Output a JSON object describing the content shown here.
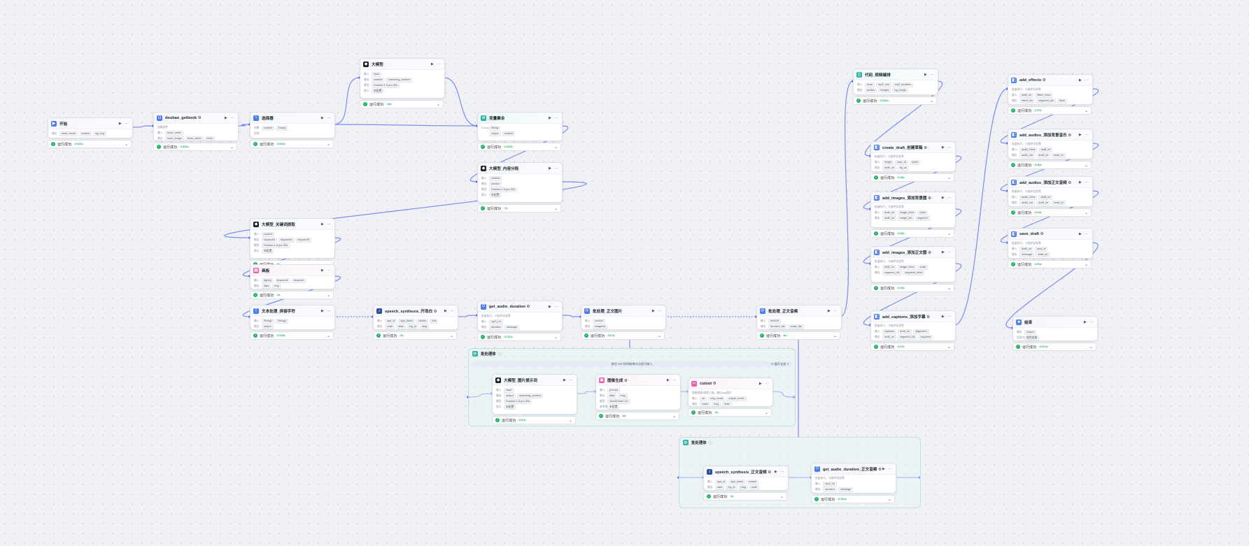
{
  "labels": {
    "in": "输入",
    "out": "输出",
    "model": "模型",
    "prompt": "提示",
    "vars": "Prompt",
    "cond": "条件",
    "else": "否则"
  },
  "status": {
    "run_ok": "运行成功",
    "check": "✓",
    "chev": "⌄",
    "controls": "▶ ⋯"
  },
  "nodes": [
    {
      "id": "start",
      "title": "开始",
      "icon": "▶",
      "icon_color": "blue",
      "rows": [
        {
          "k": "输出",
          "v": [
            "book_name",
            "content",
            "bg_img"
          ]
        }
      ],
      "time": "0.001s"
    },
    {
      "id": "douban",
      "title": "doubao_getbook ⚙",
      "icon": "D",
      "icon_color": "blue",
      "desc": "加载插件",
      "rows": [
        {
          "k": "输入",
          "v": [
            "book_name"
          ]
        },
        {
          "k": "输出",
          "v": [
            "book_image",
            "book_name",
            "book"
          ]
        }
      ],
      "time": "0.831s"
    },
    {
      "id": "selector",
      "title": "选择器",
      "icon": "⑂",
      "icon_color": "blue",
      "rows": [
        {
          "k": "如果",
          "v": [
            "content",
            "Empty"
          ]
        },
        {
          "k": "否则",
          "v": []
        }
      ],
      "time": "0.000s"
    },
    {
      "id": "llm1",
      "title": "大模型",
      "icon": "◆",
      "icon_color": "dark",
      "rows": [
        {
          "k": "输入",
          "v": [
            "input"
          ]
        },
        {
          "k": "输出",
          "v": [
            "content",
            "reasoning_content"
          ]
        },
        {
          "k": "模型",
          "v": [
            "Doubao-1.5-pro-32k"
          ]
        },
        {
          "k": "提示",
          "v": [
            "未配置"
          ]
        }
      ],
      "time": "14s"
    },
    {
      "id": "varagg",
      "title": "变量聚合",
      "icon": "⊕",
      "icon_color": "teal",
      "rows": [
        {
          "k": "Group1",
          "v": [
            "String"
          ]
        },
        {
          "k": "",
          "v": [
            "output",
            "content"
          ]
        }
      ],
      "time": "0.000s"
    },
    {
      "id": "llm2",
      "title": "大模型_内容分段",
      "icon": "◆",
      "icon_color": "dark",
      "rows": [
        {
          "k": "输入",
          "v": [
            "content"
          ]
        },
        {
          "k": "输出",
          "v": [
            "section"
          ]
        },
        {
          "k": "模型",
          "v": [
            "Doubao-1.5-pro-32k"
          ]
        },
        {
          "k": "提示",
          "v": [
            "未配置"
          ]
        }
      ],
      "time": "7s"
    },
    {
      "id": "llm3",
      "title": "大模型_关键词提取",
      "icon": "◆",
      "icon_color": "dark",
      "rows": [
        {
          "k": "输入",
          "v": [
            "content"
          ]
        },
        {
          "k": "输出",
          "v": [
            "keyword1",
            "keyword2",
            "keyword3"
          ]
        },
        {
          "k": "模型",
          "v": [
            "Doubao-1.5-pro-32k"
          ]
        },
        {
          "k": "提示",
          "v": [
            "未配置"
          ]
        }
      ],
      "time": "9s"
    },
    {
      "id": "code",
      "title": "画板",
      "icon": "▦",
      "icon_color": "pink",
      "rows": [
        {
          "k": "输入",
          "v": [
            "bgImg",
            "keyword1",
            "keyword"
          ]
        },
        {
          "k": "输出",
          "v": [
            "data",
            "img"
          ]
        }
      ],
      "time": "1s"
    },
    {
      "id": "textproc",
      "title": "文本处理_拼接字符",
      "icon": "T",
      "icon_color": "blue",
      "rows": [
        {
          "k": "输入",
          "v": [
            "String1",
            "String2"
          ]
        },
        {
          "k": "输出",
          "v": [
            "output"
          ]
        }
      ],
      "time": "0.009s"
    },
    {
      "id": "tts1",
      "title": "speech_synthesis_开场白 ⚙",
      "icon": "♪",
      "icon_color": "navy",
      "rows": [
        {
          "k": "输入",
          "v": [
            "app_id",
            "app_token",
            "cluster",
            "text"
          ]
        },
        {
          "k": "输出",
          "v": [
            "code",
            "data",
            "log_id",
            "msg"
          ]
        }
      ],
      "time": "3s"
    },
    {
      "id": "getaud1",
      "title": "get_audio_duration ⚙",
      "icon": "⏱",
      "icon_color": "blue",
      "desc": "批量执行，与插件实现等",
      "rows": [
        {
          "k": "输入",
          "v": [
            "mp3_url"
          ]
        },
        {
          "k": "输出",
          "v": [
            "duration",
            "message"
          ]
        }
      ],
      "time": "0.781s"
    },
    {
      "id": "batch1",
      "title": "批处理_正文图片",
      "icon": "⟳",
      "icon_color": "blue",
      "rows": [
        {
          "k": "输入",
          "v": [
            "section"
          ]
        },
        {
          "k": "输出",
          "v": [
            "imagelist"
          ]
        }
      ],
      "time": "54.2s"
    },
    {
      "id": "batch2",
      "title": "批处理_正文音频",
      "icon": "⟳",
      "icon_color": "blue",
      "rows": [
        {
          "k": "输入",
          "v": [
            "textList"
          ]
        },
        {
          "k": "输出",
          "v": [
            "duration_list",
            "audio_list"
          ]
        }
      ],
      "time": "6s"
    },
    {
      "id": "codedraft",
      "title": "代码_视频编排",
      "icon": "{}",
      "icon_color": "teal",
      "rows": [
        {
          "k": "输入",
          "v": [
            "texts",
            "mp3_urls",
            "mp3_duration"
          ]
        },
        {
          "k": "输出",
          "v": [
            "audios",
            "images",
            "bg_image"
          ]
        }
      ],
      "time": "0.081s"
    },
    {
      "id": "create",
      "title": "create_draft_创建草稿 ⚙",
      "icon": "◧",
      "icon_color": "blue",
      "desc": "批量执行，与插件实现等",
      "rows": [
        {
          "k": "输入",
          "v": [
            "height",
            "user_id",
            "width"
          ]
        },
        {
          "k": "输出",
          "v": [
            "draft_url",
            "tip_url"
          ]
        }
      ],
      "time": "0.16s"
    },
    {
      "id": "addimg1",
      "title": "add_images_添加背景图 ⚙",
      "icon": "◧",
      "icon_color": "blue",
      "desc": "批量执行，与插件实现等",
      "rows": [
        {
          "k": "输入",
          "v": [
            "draft_url",
            "image_infos",
            "scale"
          ]
        },
        {
          "k": "输出",
          "v": [
            "draft_url",
            "image_ids",
            "segment"
          ]
        }
      ],
      "time": "0.28s"
    },
    {
      "id": "addimg2",
      "title": "add_images_添加正文图 ⚙",
      "icon": "◧",
      "icon_color": "blue",
      "desc": "批量执行，与插件实现等",
      "rows": [
        {
          "k": "输入",
          "v": [
            "draft_url",
            "image_infos",
            "scale"
          ]
        },
        {
          "k": "输出",
          "v": [
            "segment_ids",
            "segment_infos"
          ]
        }
      ],
      "time": "0.43s"
    },
    {
      "id": "addcap",
      "title": "add_captions_添加字幕 ⚙",
      "icon": "◧",
      "icon_color": "blue",
      "desc": "批量执行，与插件实现等",
      "rows": [
        {
          "k": "输入",
          "v": [
            "captions",
            "draft_url",
            "alignment"
          ]
        },
        {
          "k": "输出",
          "v": [
            "draft_url",
            "segment_ids",
            "segment"
          ]
        }
      ],
      "time": "0.37s"
    },
    {
      "id": "effects",
      "title": "add_effects ⚙",
      "icon": "◧",
      "icon_color": "blue",
      "desc": "批量执行，与插件实现等",
      "rows": [
        {
          "k": "输入",
          "v": [
            "draft_url",
            "effect_infos"
          ]
        },
        {
          "k": "输出",
          "v": [
            "effect_ids",
            "segment_ids",
            "track"
          ]
        }
      ],
      "time": "0.37s"
    },
    {
      "id": "bgm",
      "title": "add_audios_添加背景音乐 ⚙",
      "icon": "◧",
      "icon_color": "blue",
      "desc": "批量执行，与插件实现等",
      "rows": [
        {
          "k": "输入",
          "v": [
            "audio_infos",
            "draft_url"
          ]
        },
        {
          "k": "输出",
          "v": [
            "audio_ids",
            "draft_url",
            "track_id"
          ]
        }
      ],
      "time": "0.38s"
    },
    {
      "id": "voice",
      "title": "add_audios_添加正文音频 ⚙",
      "icon": "◧",
      "icon_color": "blue",
      "desc": "批量执行，与插件实现等",
      "rows": [
        {
          "k": "输入",
          "v": [
            "audio_infos",
            "draft_url"
          ]
        },
        {
          "k": "输出",
          "v": [
            "audio_ids",
            "draft_url",
            "track_id"
          ]
        }
      ],
      "time": "0.31s"
    },
    {
      "id": "save",
      "title": "save_draft ⚙",
      "icon": "◧",
      "icon_color": "blue",
      "desc": "批量执行，与插件实现等",
      "rows": [
        {
          "k": "输入",
          "v": [
            "draft_url",
            "user_id"
          ]
        },
        {
          "k": "输出",
          "v": [
            "message",
            "draft_url"
          ]
        }
      ],
      "time": "0.92s"
    },
    {
      "id": "end",
      "title": "结束",
      "icon": "■",
      "icon_color": "blue",
      "rows": [
        {
          "k": "输出",
          "v": [
            "output"
          ]
        },
        {
          "k": "回答内容",
          "v": [
            "使用变量"
          ]
        }
      ],
      "time": "0.001s"
    },
    {
      "id": "llm4",
      "title": "大模型_图片提示词",
      "icon": "◆",
      "icon_color": "dark",
      "rows": [
        {
          "k": "输入",
          "v": [
            "input"
          ]
        },
        {
          "k": "输出",
          "v": [
            "output",
            "reasoning_content"
          ]
        },
        {
          "k": "模型",
          "v": [
            "Doubao-1.5-pro-32k"
          ]
        },
        {
          "k": "提示",
          "v": [
            "未配置"
          ]
        }
      ],
      "time": "5.67s"
    },
    {
      "id": "imggen",
      "title": "图像生成 ⚙",
      "icon": "▣",
      "icon_color": "pink",
      "rows": [
        {
          "k": "输入",
          "v": [
            "prompt"
          ]
        },
        {
          "k": "输出",
          "v": [
            "data",
            "msg"
          ]
        },
        {
          "k": "模型",
          "v": [
            "SeedDream 3.0"
          ]
        },
        {
          "k": "参考图",
          "v": [
            "未配置"
          ]
        }
      ],
      "time": "8s"
    },
    {
      "id": "cutout",
      "title": "cutout ⚙",
      "icon": "✂",
      "icon_color": "pink",
      "desc": "智能抠图/抠图工具，输出png图片",
      "rows": [
        {
          "k": "输入",
          "v": [
            "url",
            "only_mask",
            "output_mode"
          ]
        },
        {
          "k": "输出",
          "v": [
            "mask",
            "msg",
            "data"
          ]
        }
      ],
      "time": "3s"
    },
    {
      "id": "tts2",
      "title": "speech_synthesis_正文音频 ⚙",
      "icon": "♪",
      "icon_color": "navy",
      "rows": [
        {
          "k": "输入",
          "v": [
            "app_id",
            "app_token",
            "cluster"
          ]
        },
        {
          "k": "输出",
          "v": [
            "data",
            "log_id",
            "msg",
            "code"
          ]
        }
      ],
      "time": "3s"
    },
    {
      "id": "getaud2",
      "title": "get_audio_duration_正文音频 ⚙",
      "icon": "⏱",
      "icon_color": "blue",
      "desc": "批量执行，与插件实现等",
      "rows": [
        {
          "k": "输入",
          "v": [
            "mp3_url"
          ]
        },
        {
          "k": "输出",
          "v": [
            "duration",
            "message"
          ]
        }
      ],
      "time": "0.781s"
    }
  ],
  "groups": [
    {
      "id": "g1",
      "title": "批处理体",
      "info": "ⓘ",
      "bar": "按住 Ctrl 同时拖拽节点即可移入",
      "bar_right": "⊡ 展开全部 ✕"
    },
    {
      "id": "g2",
      "title": "批处理体",
      "info": "ⓘ",
      "bar": "",
      "bar_right": ""
    }
  ]
}
